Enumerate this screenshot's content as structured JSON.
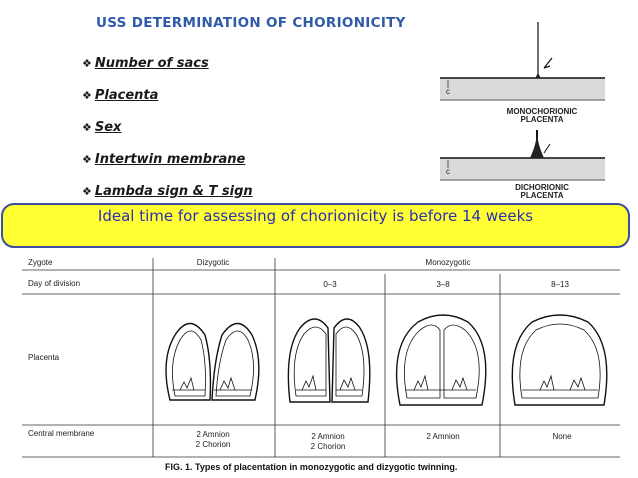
{
  "title": "USS DETERMINATION OF CHORIONICITY",
  "bullet_marker": "❖",
  "bullets": [
    "Number of sacs",
    "Placenta",
    "Sex",
    "Intertwin membrane",
    "Lambda sign & T sign"
  ],
  "uss": {
    "mono_label_line1": "MONOCHORIONIC",
    "mono_label_line2": "PLACENTA",
    "di_label_line1": "DICHORIONIC",
    "di_label_line2": "PLACENTA",
    "axis_letter": "c"
  },
  "banner_text": "Ideal time for assessing of chorionicity is before 14 weeks",
  "figure": {
    "row_labels": {
      "zygote": "Zygote",
      "day": "Day of division",
      "placenta": "Placenta",
      "membrane": "Central membrane"
    },
    "dizygotic": "Dizygotic",
    "monozygotic": "Monozygotic",
    "columns": [
      {
        "day": "",
        "membrane_line1": "2 Amnion",
        "membrane_line2": "2 Chorion"
      },
      {
        "day": "0–3",
        "membrane_line1": "2 Amnion",
        "membrane_line2": "2 Chorion"
      },
      {
        "day": "3–8",
        "membrane_line1": "2 Amnion",
        "membrane_line2": ""
      },
      {
        "day": "8–13",
        "membrane_line1": "None",
        "membrane_line2": ""
      }
    ],
    "caption": "FIG. 1.  Types of placentation in monozygotic and dizygotic twinning."
  }
}
